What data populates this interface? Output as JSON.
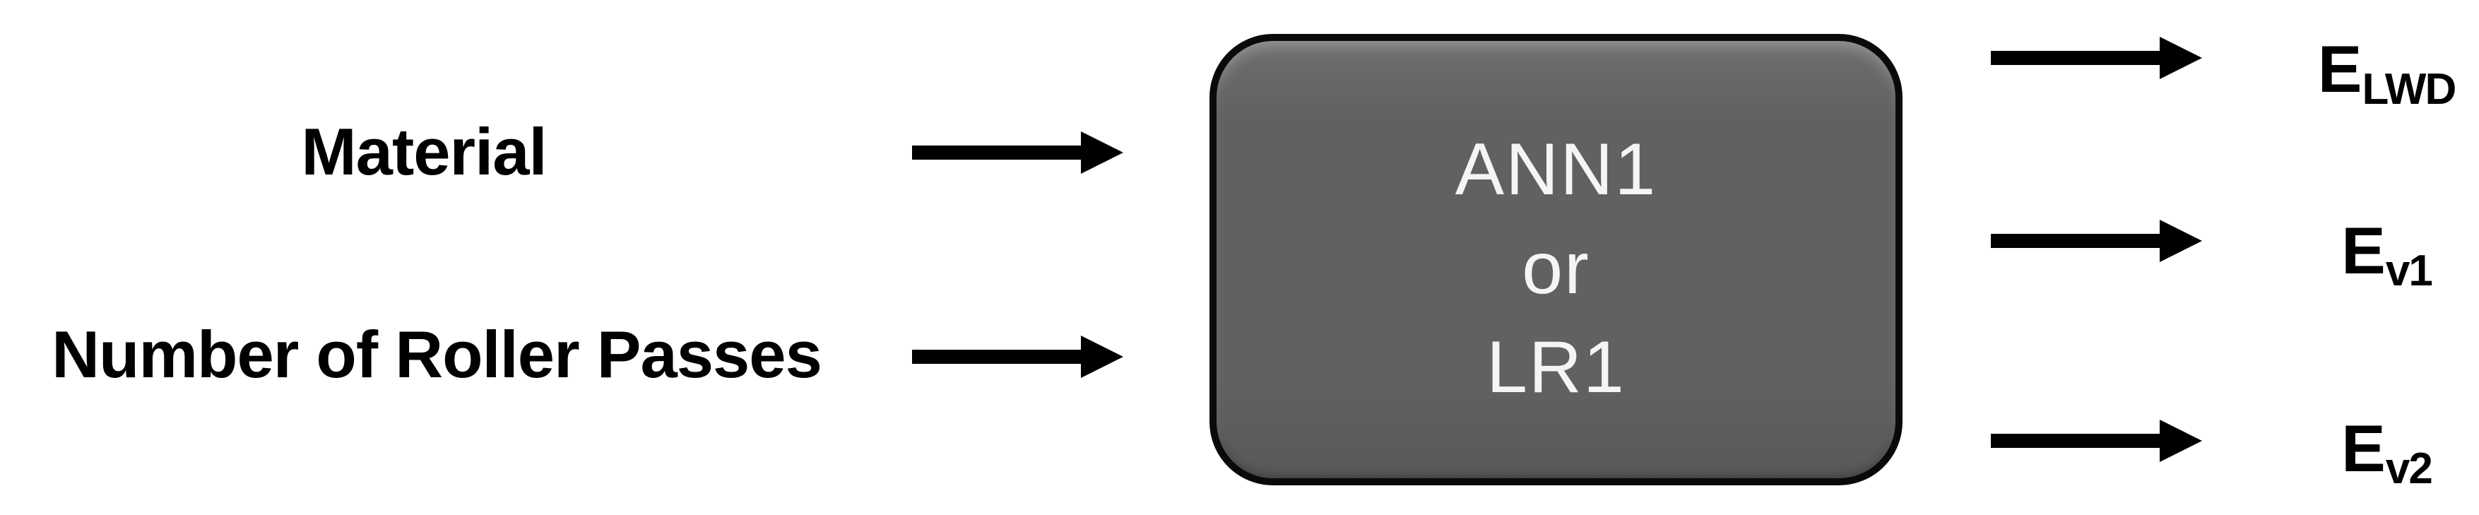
{
  "colors": {
    "background": "#ffffff",
    "text": "#000000",
    "arrow": "#000000",
    "box_fill": "#616161",
    "box_fill_top": "#6e6e6e",
    "box_border": "#0a0a0a",
    "box_text": "#f5f5f5"
  },
  "icons": {
    "input_arrow": "arrow-right-icon",
    "output_arrow": "arrow-right-icon"
  },
  "diagram": {
    "inputs": [
      {
        "label": "Material"
      },
      {
        "label": "Number of Roller Passes"
      }
    ],
    "model_box": {
      "lines": [
        "ANN1",
        "or",
        "LR1"
      ]
    },
    "outputs": [
      {
        "base": "E",
        "sub": "LWD"
      },
      {
        "base": "E",
        "sub": "v1"
      },
      {
        "base": "E",
        "sub": "v2"
      }
    ]
  }
}
